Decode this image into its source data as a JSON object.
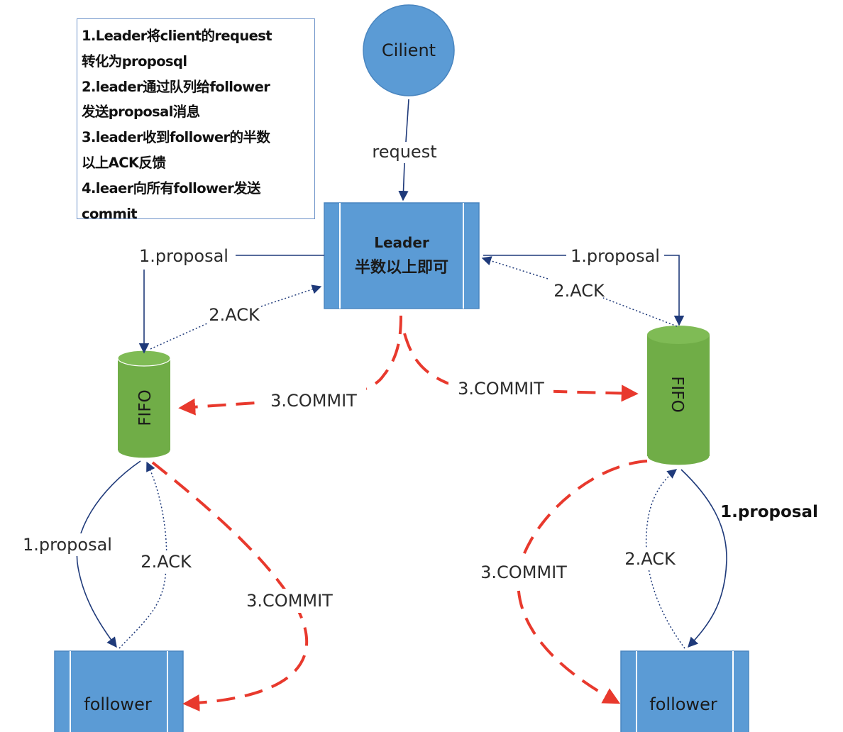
{
  "notes": [
    "1.Leader将client的request",
    "转化为proposql",
    "2.leader通过队列给follower",
    "发送proposal消息",
    "3.leader收到follower的半数",
    "以上ACK反馈",
    "4.leaer向所有follower发送",
    "commit"
  ],
  "client": {
    "label": "Cilient"
  },
  "leader": {
    "title": "Leader",
    "subtitle": "半数以上即可"
  },
  "fifo": {
    "left_label": "FIFO",
    "right_label": "FIFO"
  },
  "followers": {
    "left_label": "follower",
    "right_label": "follower"
  },
  "edges": {
    "request": "request",
    "proposal_leader_left": "1.proposal",
    "proposal_leader_right": "1.proposal",
    "ack_left_leader": "2.ACK",
    "ack_right_leader": "2.ACK",
    "commit_leader_left": "3.COMMIT",
    "commit_leader_right": "3.COMMIT",
    "proposal_fifo_left": "1.proposal",
    "ack_follower_left": "2.ACK",
    "commit_fifo_left": "3.COMMIT",
    "commit_fifo_right": "3.COMMIT",
    "ack_follower_right": "2.ACK",
    "proposal_fifo_right": "1.proposal"
  },
  "colors": {
    "node_blue": "#5b9bd5",
    "box_blue": "#5b9bd5",
    "fifo_green": "#70ad47",
    "arrow_navy": "#1f3a7a",
    "commit_red": "#e8392d",
    "note_border": "#6e93c9"
  }
}
